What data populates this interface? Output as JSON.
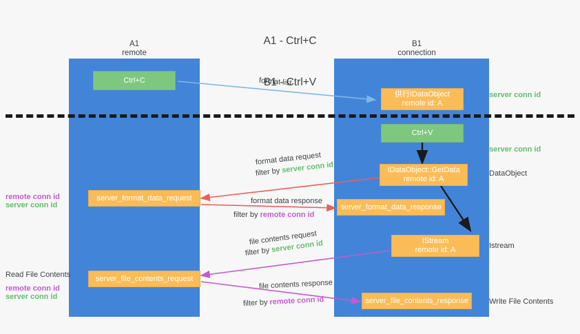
{
  "title": {
    "line1": "A1 - Ctrl+C",
    "line2": "B1 - Ctrl+V"
  },
  "columns": [
    {
      "name": "A1",
      "sub": "remote"
    },
    {
      "name": "B1",
      "sub": "connection"
    }
  ],
  "colors": {
    "column_band": "#4285d8",
    "orange_box": "#fbbc57",
    "green_box": "#7ec77f",
    "server_conn_id": "#62bd6b",
    "remote_conn_id": "#c45ad0",
    "format_list_arrow": "#7fb7e8",
    "format_data_arrow": "#e8605a",
    "file_contents_arrow": "#c45ad0",
    "black_arrow": "#1a1a1a",
    "divider": "#1a1a1a"
  },
  "boxes": {
    "ctrl_c": {
      "line1": "Ctrl+C",
      "line2": ""
    },
    "ctrl_v": {
      "line1": "Ctrl+V",
      "line2": ""
    },
    "idataobject": {
      "line1": "供行IDataObject",
      "line2": "remote id: A"
    },
    "getdata": {
      "line1": "IDataObject::GetData",
      "line2": "remote id: A"
    },
    "istream": {
      "line1": "IStream",
      "line2": "remote id: A"
    },
    "format_data_request": {
      "line1": "server_format_data_request",
      "line2": ""
    },
    "format_data_response": {
      "line1": "server_format_data_response",
      "line2": ""
    },
    "file_contents_request": {
      "line1": "server_file_contents_request",
      "line2": ""
    },
    "file_contents_response": {
      "line1": "server_file_contents_response",
      "line2": ""
    }
  },
  "right_labels": {
    "server_conn_id_1": "server conn id",
    "server_conn_id_2": "server conn id",
    "dataobject": "DataObject",
    "istream": "Istream",
    "write_file_contents": "Write File Contents"
  },
  "left_labels": {
    "remote_conn_id_1": "remote conn id",
    "server_conn_id_1": "server conn id",
    "read_file_contents": "Read File Contents",
    "remote_conn_id_2": "remote conn id",
    "server_conn_id_2": "server conn id"
  },
  "edges": {
    "format_list": "format list",
    "format_data_request": "format data request",
    "format_data_request_filter_pre": "filter by ",
    "format_data_request_filter_key": "server conn id",
    "format_data_response": "format data response",
    "format_data_response_filter_pre": "filter by ",
    "format_data_response_filter_key": "remote conn id",
    "file_contents_request": "file contents request",
    "file_contents_request_filter_pre": "filter by ",
    "file_contents_request_filter_key": "server conn id",
    "file_contents_response": "file contents response",
    "file_contents_response_filter_pre": "filter by ",
    "file_contents_response_filter_key": "remote conn id"
  }
}
